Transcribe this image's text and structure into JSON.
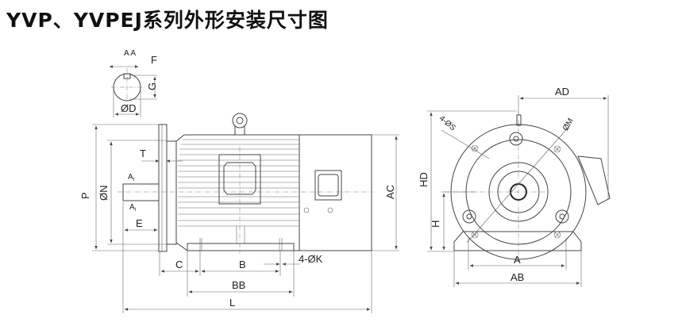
{
  "title": "YVP、YVPEJ系列外形安装尺寸图",
  "side_view": {
    "labels": {
      "aa": "A A",
      "f": "F",
      "g": "G",
      "d": "ØD",
      "p": "P",
      "n": "ØN",
      "t": "T",
      "a1_top": "A",
      "a1_bottom": "A",
      "a1_sub": "I",
      "e": "E",
      "c": "C",
      "b": "B",
      "k": "4-ØK",
      "bb": "BB",
      "l": "L",
      "ac": "AC"
    }
  },
  "end_view": {
    "labels": {
      "ad": "AD",
      "s": "4-ØS",
      "m": "ØM",
      "hd": "HD",
      "h": "H",
      "a": "A",
      "ab": "AB"
    }
  }
}
